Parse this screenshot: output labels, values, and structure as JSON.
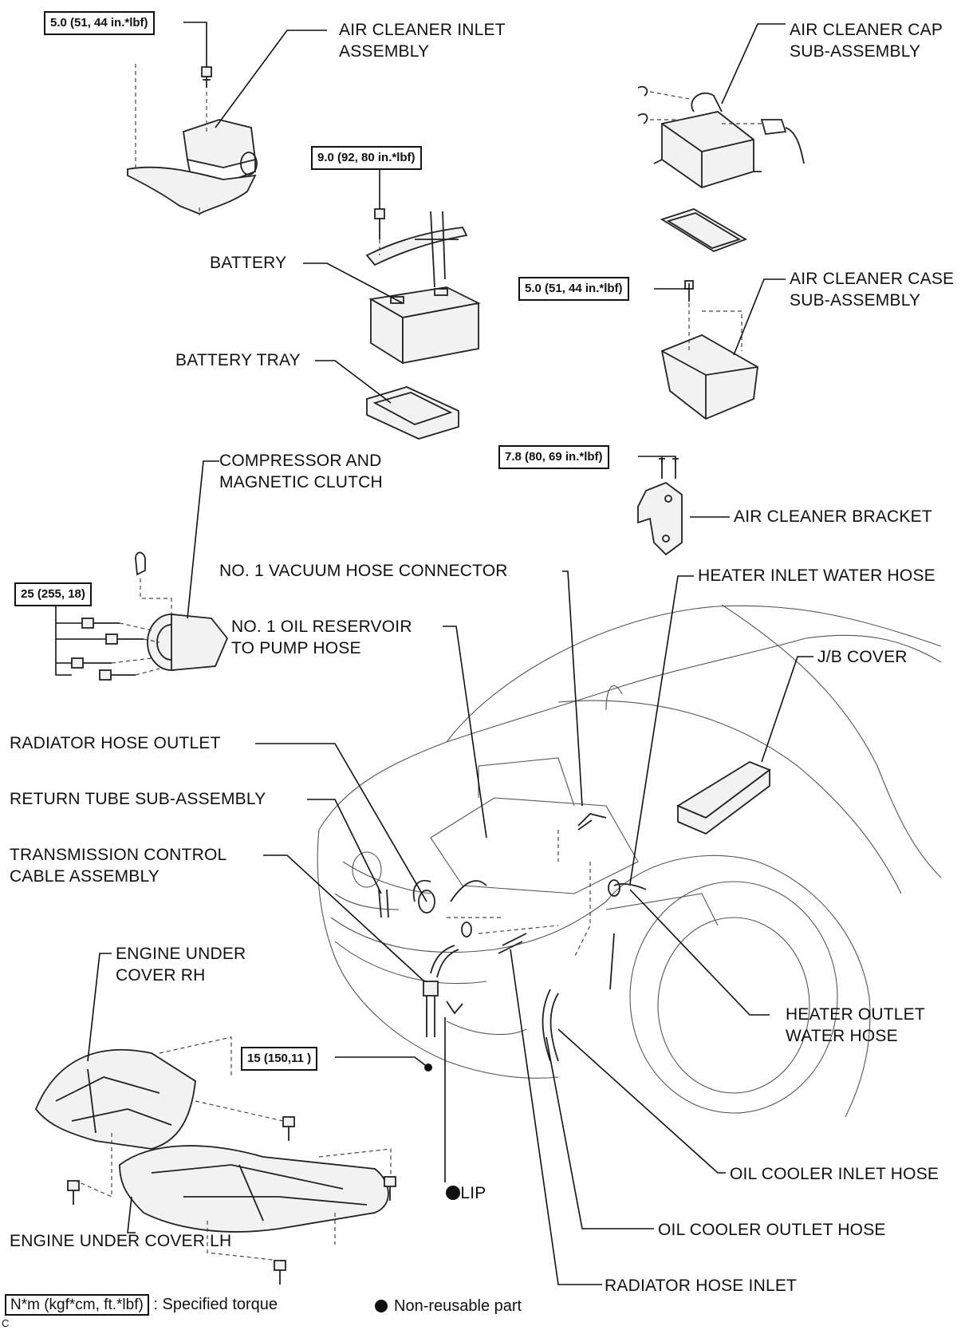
{
  "labels": {
    "air_cleaner_inlet": "AIR CLEANER INLET\nASSEMBLY",
    "air_cleaner_cap": "AIR CLEANER CAP\nSUB-ASSEMBLY",
    "battery": "BATTERY",
    "battery_tray": "BATTERY TRAY",
    "air_cleaner_case": "AIR CLEANER CASE\nSUB-ASSEMBLY",
    "compressor": "COMPRESSOR AND\nMAGNETIC CLUTCH",
    "air_cleaner_bracket": "AIR CLEANER BRACKET",
    "vacuum_hose_connector": "NO. 1 VACUUM HOSE CONNECTOR",
    "heater_inlet_hose": "HEATER INLET WATER HOSE",
    "oil_reservoir_hose": "NO. 1 OIL RESERVOIR\nTO PUMP HOSE",
    "jb_cover": "J/B COVER",
    "radiator_hose_outlet": "RADIATOR HOSE OUTLET",
    "return_tube": "RETURN TUBE SUB-ASSEMBLY",
    "transmission_cable": "TRANSMISSION CONTROL\nCABLE ASSEMBLY",
    "engine_under_cover_rh": "ENGINE UNDER\nCOVER RH",
    "heater_outlet_hose": "HEATER OUTLET\nWATER HOSE",
    "clip": "CLIP",
    "oil_cooler_inlet": "OIL COOLER INLET HOSE",
    "oil_cooler_outlet": "OIL COOLER OUTLET HOSE",
    "engine_under_cover_lh": "ENGINE UNDER COVER LH",
    "radiator_hose_inlet": "RADIATOR HOSE INLET"
  },
  "torques": {
    "inlet_bolt": "5.0 (51, 44 in.*lbf)",
    "battery_clamp": "9.0 (92, 80 in.*lbf)",
    "case_bolt": "5.0 (51, 44 in.*lbf)",
    "bracket_bolt": "7.8 (80, 69 in.*lbf)",
    "compressor_bolt": "25 (255, 18)",
    "transmission_nut": "15 (150,11 )"
  },
  "legend": {
    "torque_units": "N*m (kgf*cm, ft.*lbf)",
    "torque_text": ": Specified torque",
    "nonreusable_text": "Non-reusable part"
  },
  "figure_code": "C"
}
